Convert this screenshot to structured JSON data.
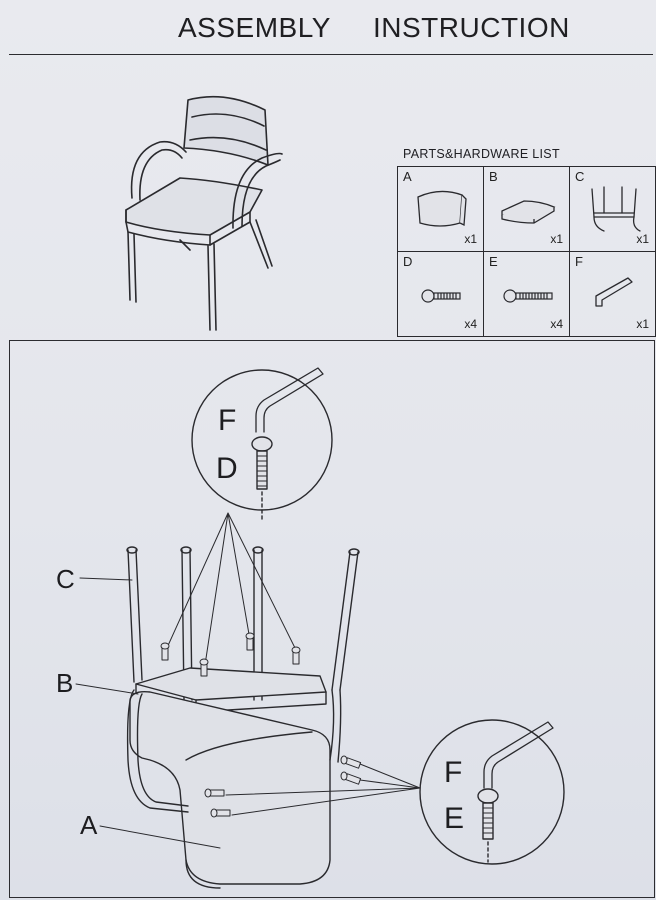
{
  "title": {
    "word1": "ASSEMBLY",
    "word2": "INSTRUCTION"
  },
  "parts_list": {
    "heading": "PARTS&HARDWARE LIST",
    "rows": [
      [
        {
          "letter": "A",
          "qty": "x1",
          "icon": "seat-cushion-icon"
        },
        {
          "letter": "B",
          "qty": "x1",
          "icon": "seat-pad-icon"
        },
        {
          "letter": "C",
          "qty": "x1",
          "icon": "chair-frame-icon"
        }
      ],
      [
        {
          "letter": "D",
          "qty": "x4",
          "icon": "short-bolt-icon"
        },
        {
          "letter": "E",
          "qty": "x4",
          "icon": "long-bolt-icon"
        },
        {
          "letter": "F",
          "qty": "x1",
          "icon": "allen-key-icon"
        }
      ]
    ]
  },
  "diagram": {
    "top_callout": {
      "tool": "F",
      "bolt": "D"
    },
    "bottom_callout": {
      "tool": "F",
      "bolt": "E"
    },
    "labels": {
      "frame": "C",
      "seat_pad": "B",
      "cushion": "A"
    }
  }
}
